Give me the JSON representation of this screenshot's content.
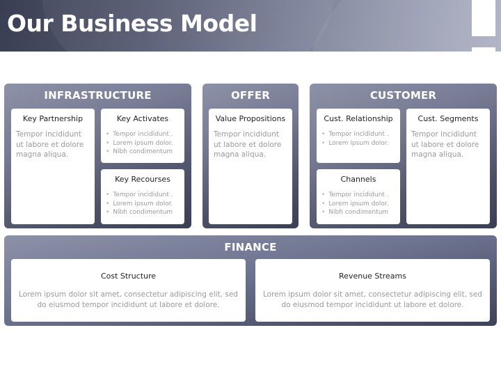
{
  "title": "Our Business Model",
  "sections": {
    "infrastructure": {
      "title": "INFRASTRUCTURE",
      "key_partnership": {
        "title": "Key Partnership",
        "body": "Tempor incididunt ut labore et dolore magna aliqua."
      },
      "key_activates": {
        "title": "Key Activates",
        "bullets": [
          "Tempor incididunt .",
          "Lorem ipsum dolor.",
          "Nibh condimentum"
        ]
      },
      "key_recourses": {
        "title": "Key Recourses",
        "bullets": [
          "Tempor incididunt .",
          "Lorem ipsum dolor.",
          "Nibh condimentum"
        ]
      }
    },
    "offer": {
      "title": "OFFER",
      "value_propositions": {
        "title": "Value Propositions",
        "body": "Tempor incididunt ut labore et dolore magna aliqua."
      }
    },
    "customer": {
      "title": "CUSTOMER",
      "cust_relationship": {
        "title": "Cust. Relationship",
        "bullets": [
          "Tempor incididunt .",
          "Lorem ipsum dolor."
        ]
      },
      "channels": {
        "title": "Channels",
        "bullets": [
          "Tempor incididunt .",
          "Lorem ipsum dolor.",
          "Nibh condimentum"
        ]
      },
      "cust_segments": {
        "title": "Cust. Segments",
        "body": "Tempor incididunt ut labore et dolore magna aliqua."
      }
    },
    "finance": {
      "title": "FINANCE",
      "cost_structure": {
        "title": "Cost Structure",
        "body": "Lorem ipsum dolor sit amet, consectetur adipiscing elit, sed do eiusmod tempor incididunt ut labore et dolore."
      },
      "revenue_streams": {
        "title": "Revenue Streams",
        "body": "Lorem ipsum dolor sit amet, consectetur adipiscing elit, sed do eiusmod tempor incididunt ut labore et dolore."
      }
    }
  }
}
